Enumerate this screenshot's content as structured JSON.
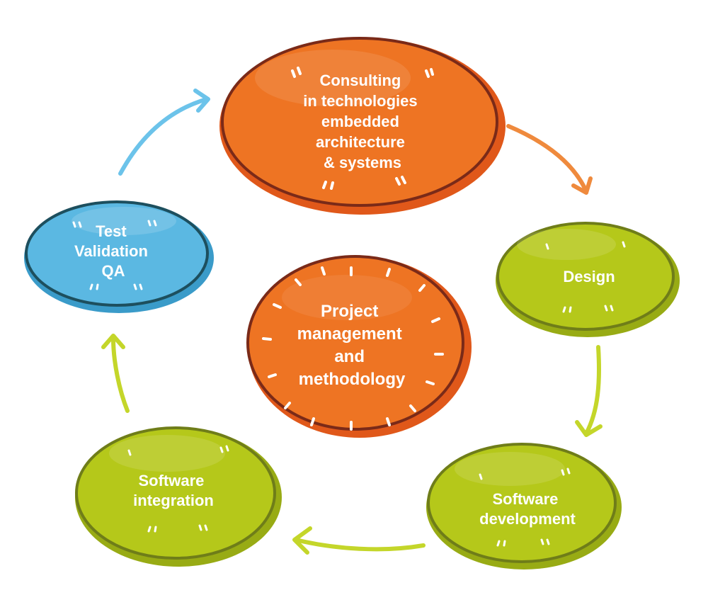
{
  "colors": {
    "orange": "#ee7423",
    "orange_dark": "#e0581a",
    "orange_outline": "#7a2a18",
    "green": "#b5c81a",
    "green_dark": "#98ab14",
    "green_outline": "#6f7d19",
    "blue": "#5bb8e2",
    "blue_dark": "#3a9bc9",
    "blue_outline": "#1d4f5e",
    "arrow_orange": "#ef8a3d",
    "arrow_green": "#c4d62a",
    "arrow_blue": "#6cc3ea"
  },
  "nodes": {
    "consulting": {
      "lines": [
        "Consulting",
        "in technologies",
        "embedded",
        "architecture",
        "& systems"
      ]
    },
    "design": {
      "lines": [
        "Design"
      ]
    },
    "software_development": {
      "lines": [
        "Software",
        "development"
      ]
    },
    "software_integration": {
      "lines": [
        "Software",
        "integration"
      ]
    },
    "test_validation": {
      "lines": [
        "Test",
        "Validation",
        "QA"
      ]
    },
    "project_management": {
      "lines": [
        "Project",
        "management",
        "and",
        "methodology"
      ]
    }
  }
}
